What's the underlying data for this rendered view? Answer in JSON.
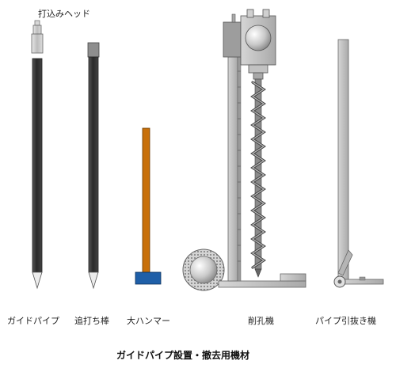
{
  "labels": {
    "head": "打込みヘッド",
    "guide_pipe": "ガイドパイプ",
    "follow_rod": "追打ち棒",
    "hammer": "大ハンマー",
    "drill": "削孔機",
    "puller": "パイプ引抜き機"
  },
  "caption": "ガイドパイプ設置・撤去用機材",
  "colors": {
    "pipe_dark": "#3a3a3a",
    "head_gray": "#cfcfcf",
    "hammer_handle": "#c8700a",
    "hammer_head": "#1f5fa8",
    "frame_gray": "#b8b8b8"
  }
}
